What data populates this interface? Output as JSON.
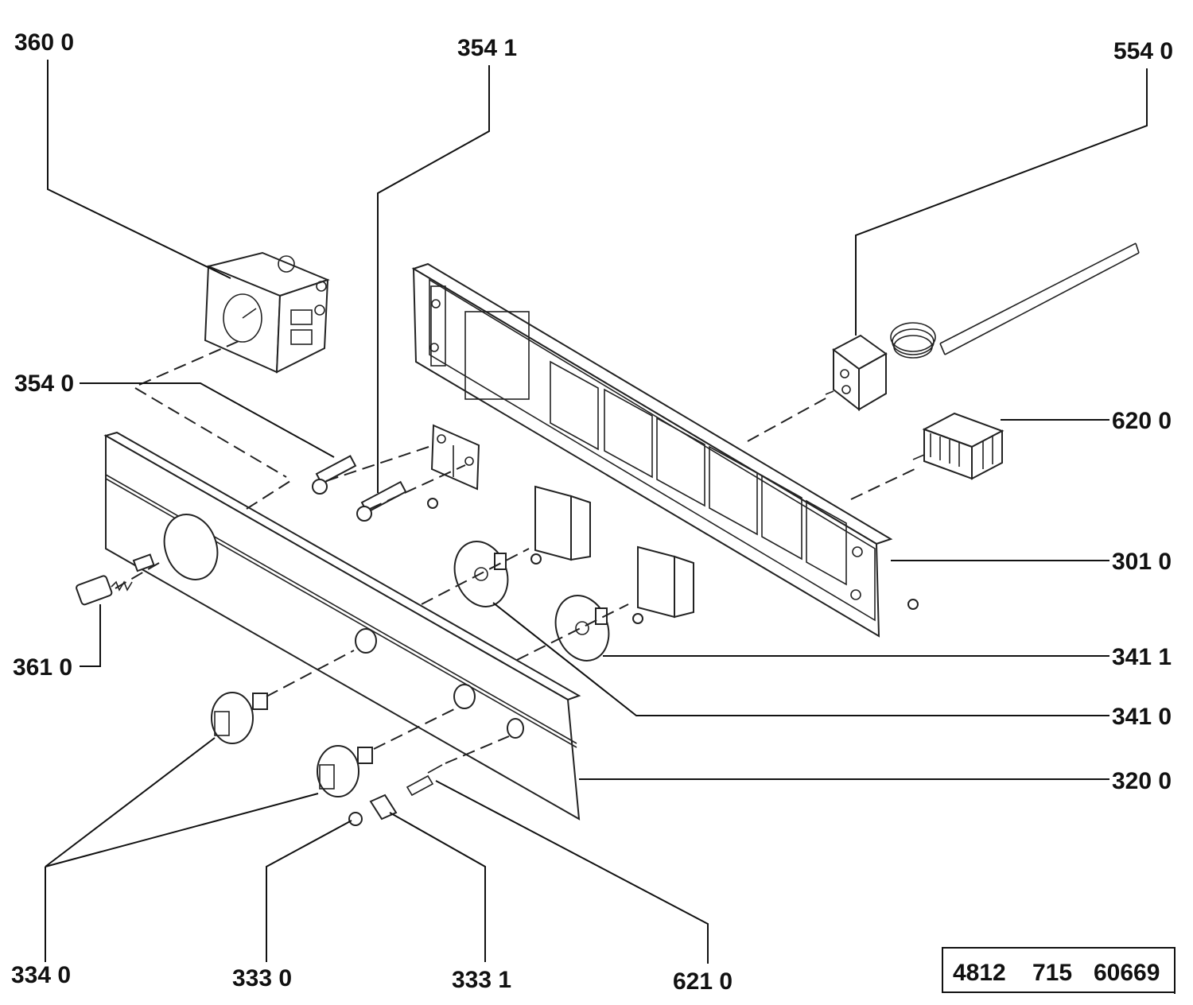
{
  "labels": {
    "p3600": "360 0",
    "p3541": "354 1",
    "p5540": "554 0",
    "p3540": "354 0",
    "p6200": "620 0",
    "p3010": "301 0",
    "p3610": "361 0",
    "p3411": "341 1",
    "p3410": "341 0",
    "p3200": "320 0",
    "p3340": "334 0",
    "p3330": "333 0",
    "p3331": "333 1",
    "p6210": "621 0"
  },
  "reference": {
    "a": "4812",
    "b": "715",
    "c": "60669"
  }
}
